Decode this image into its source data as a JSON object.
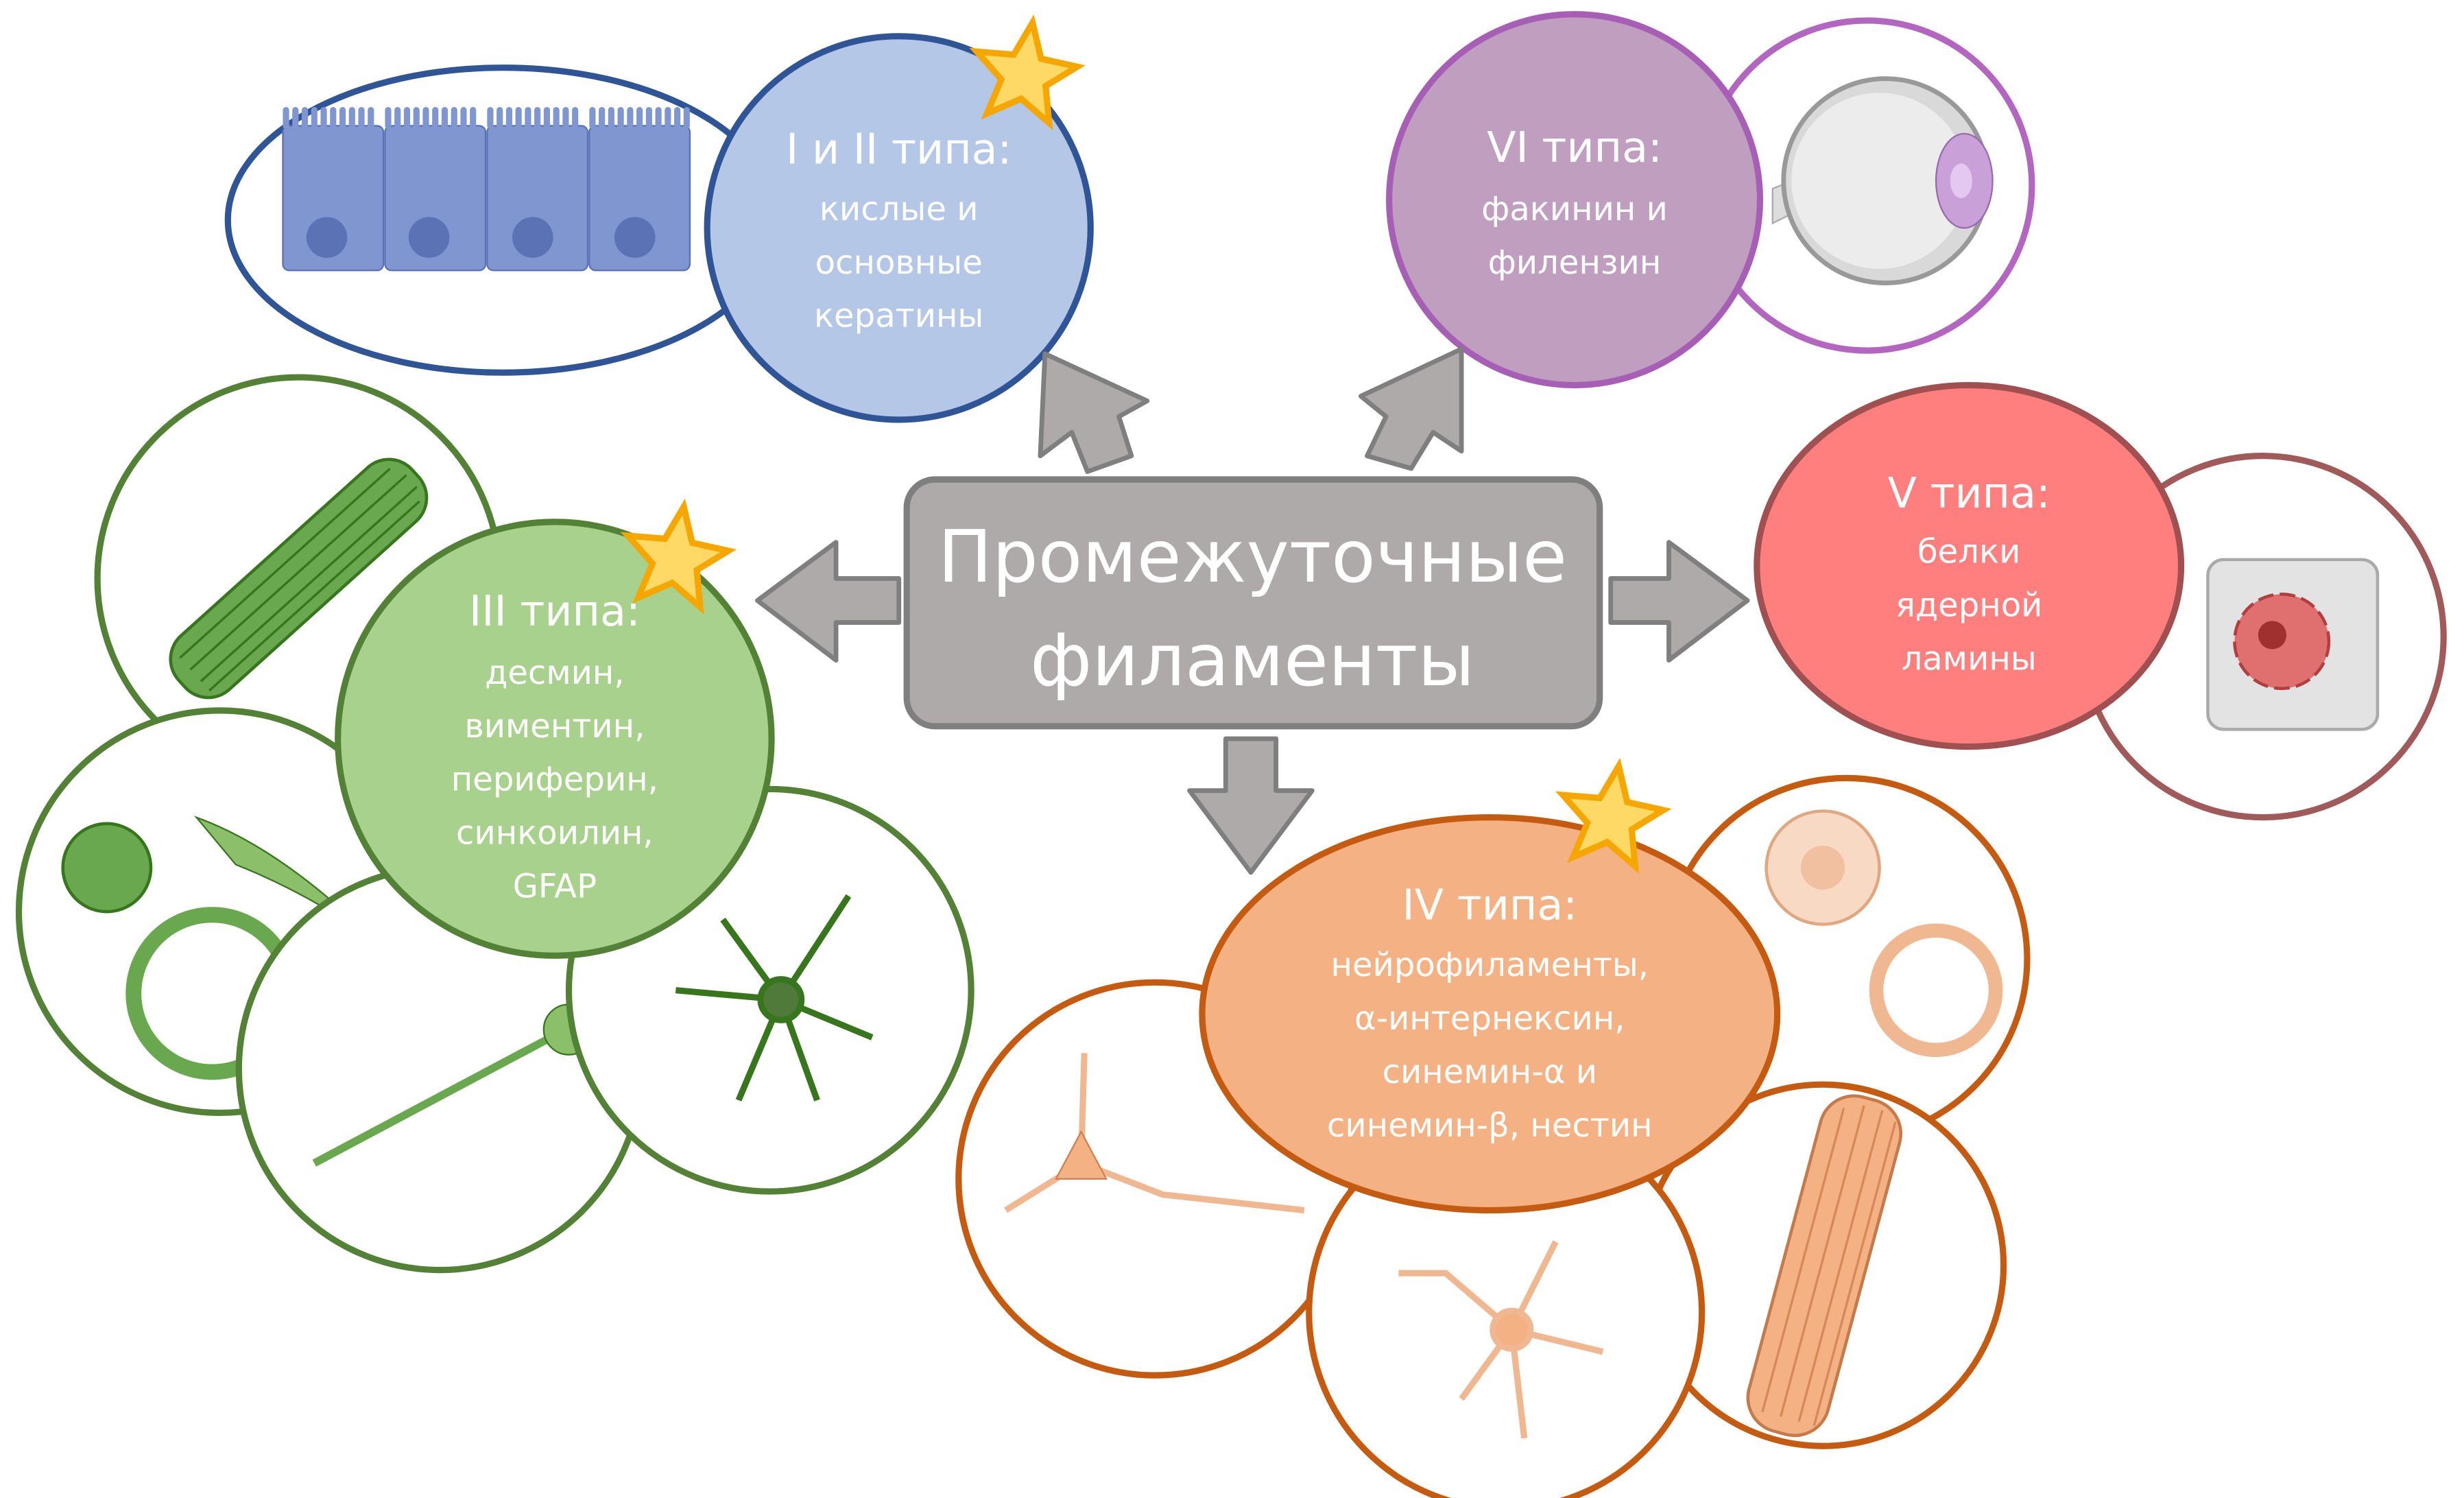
{
  "center": {
    "lines": [
      "Промежуточные",
      "филаменты"
    ]
  },
  "type_1_2": {
    "title": "I и II типа:",
    "lines": [
      "кислые и",
      "основные",
      "кератины"
    ]
  },
  "type_3": {
    "title": "III типа:",
    "lines": [
      "десмин,",
      "виментин,",
      "периферин,",
      "синкоилин,",
      "GFAP"
    ]
  },
  "type_4": {
    "title": "IV типа:",
    "lines": [
      "нейрофиламенты,",
      "α-интернексин,",
      "синемин-α и",
      "синемин-β, нестин"
    ]
  },
  "type_5": {
    "title": "V типа:",
    "lines": [
      "белки",
      "ядерной",
      "ламины"
    ]
  },
  "type_6": {
    "title": "VI типа:",
    "lines": [
      "факинин и",
      "филензин"
    ]
  },
  "colors": {
    "blue_stroke": "#2f5597",
    "blue_fill": "#b4c7e7",
    "green_stroke": "#538135",
    "green_fill": "#a9d18e",
    "orange_stroke": "#c55a11",
    "orange_fill": "#f4b183",
    "red_stroke": "#a05050",
    "red_fill": "#ff7f7f",
    "purple_stroke": "#a65fb5",
    "purple_fill": "#c09ec0",
    "gray_fill": "#aeaaaa",
    "star": "#ffd966"
  }
}
